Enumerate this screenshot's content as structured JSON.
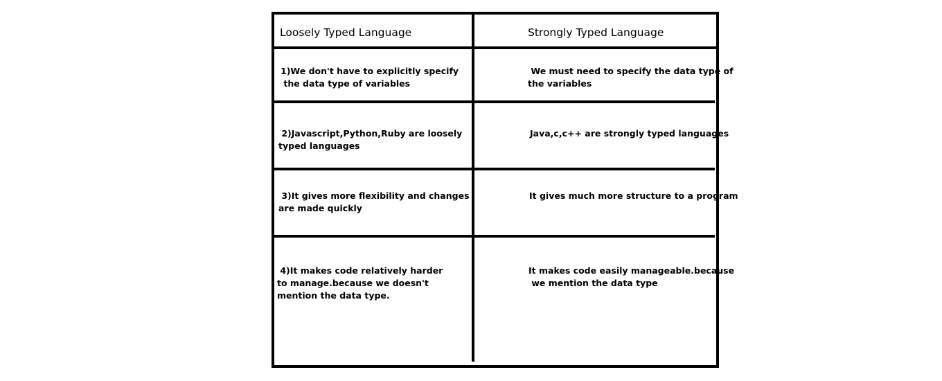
{
  "table": {
    "headers": {
      "left": "Loosely Typed Language",
      "right": "Strongly Typed Language"
    },
    "rows": [
      {
        "left": "1)We don't have to explicitly specify\n the data type of variables",
        "right": " We must need to specify the data type of\nthe variables"
      },
      {
        "left": " 2)Javascript,Python,Ruby are loosely\ntyped languages",
        "right": "Java,c,c++ are strongly typed languages"
      },
      {
        "left": " 3)It gives more flexibility and changes\nare made quickly",
        "right": "It gives much more structure to a program"
      },
      {
        "left": " 4)It makes code relatively harder\nto manage.because we doesn't\nmention the data type.",
        "right": "It makes code easily manageable.because\n we mention the data type"
      }
    ]
  }
}
